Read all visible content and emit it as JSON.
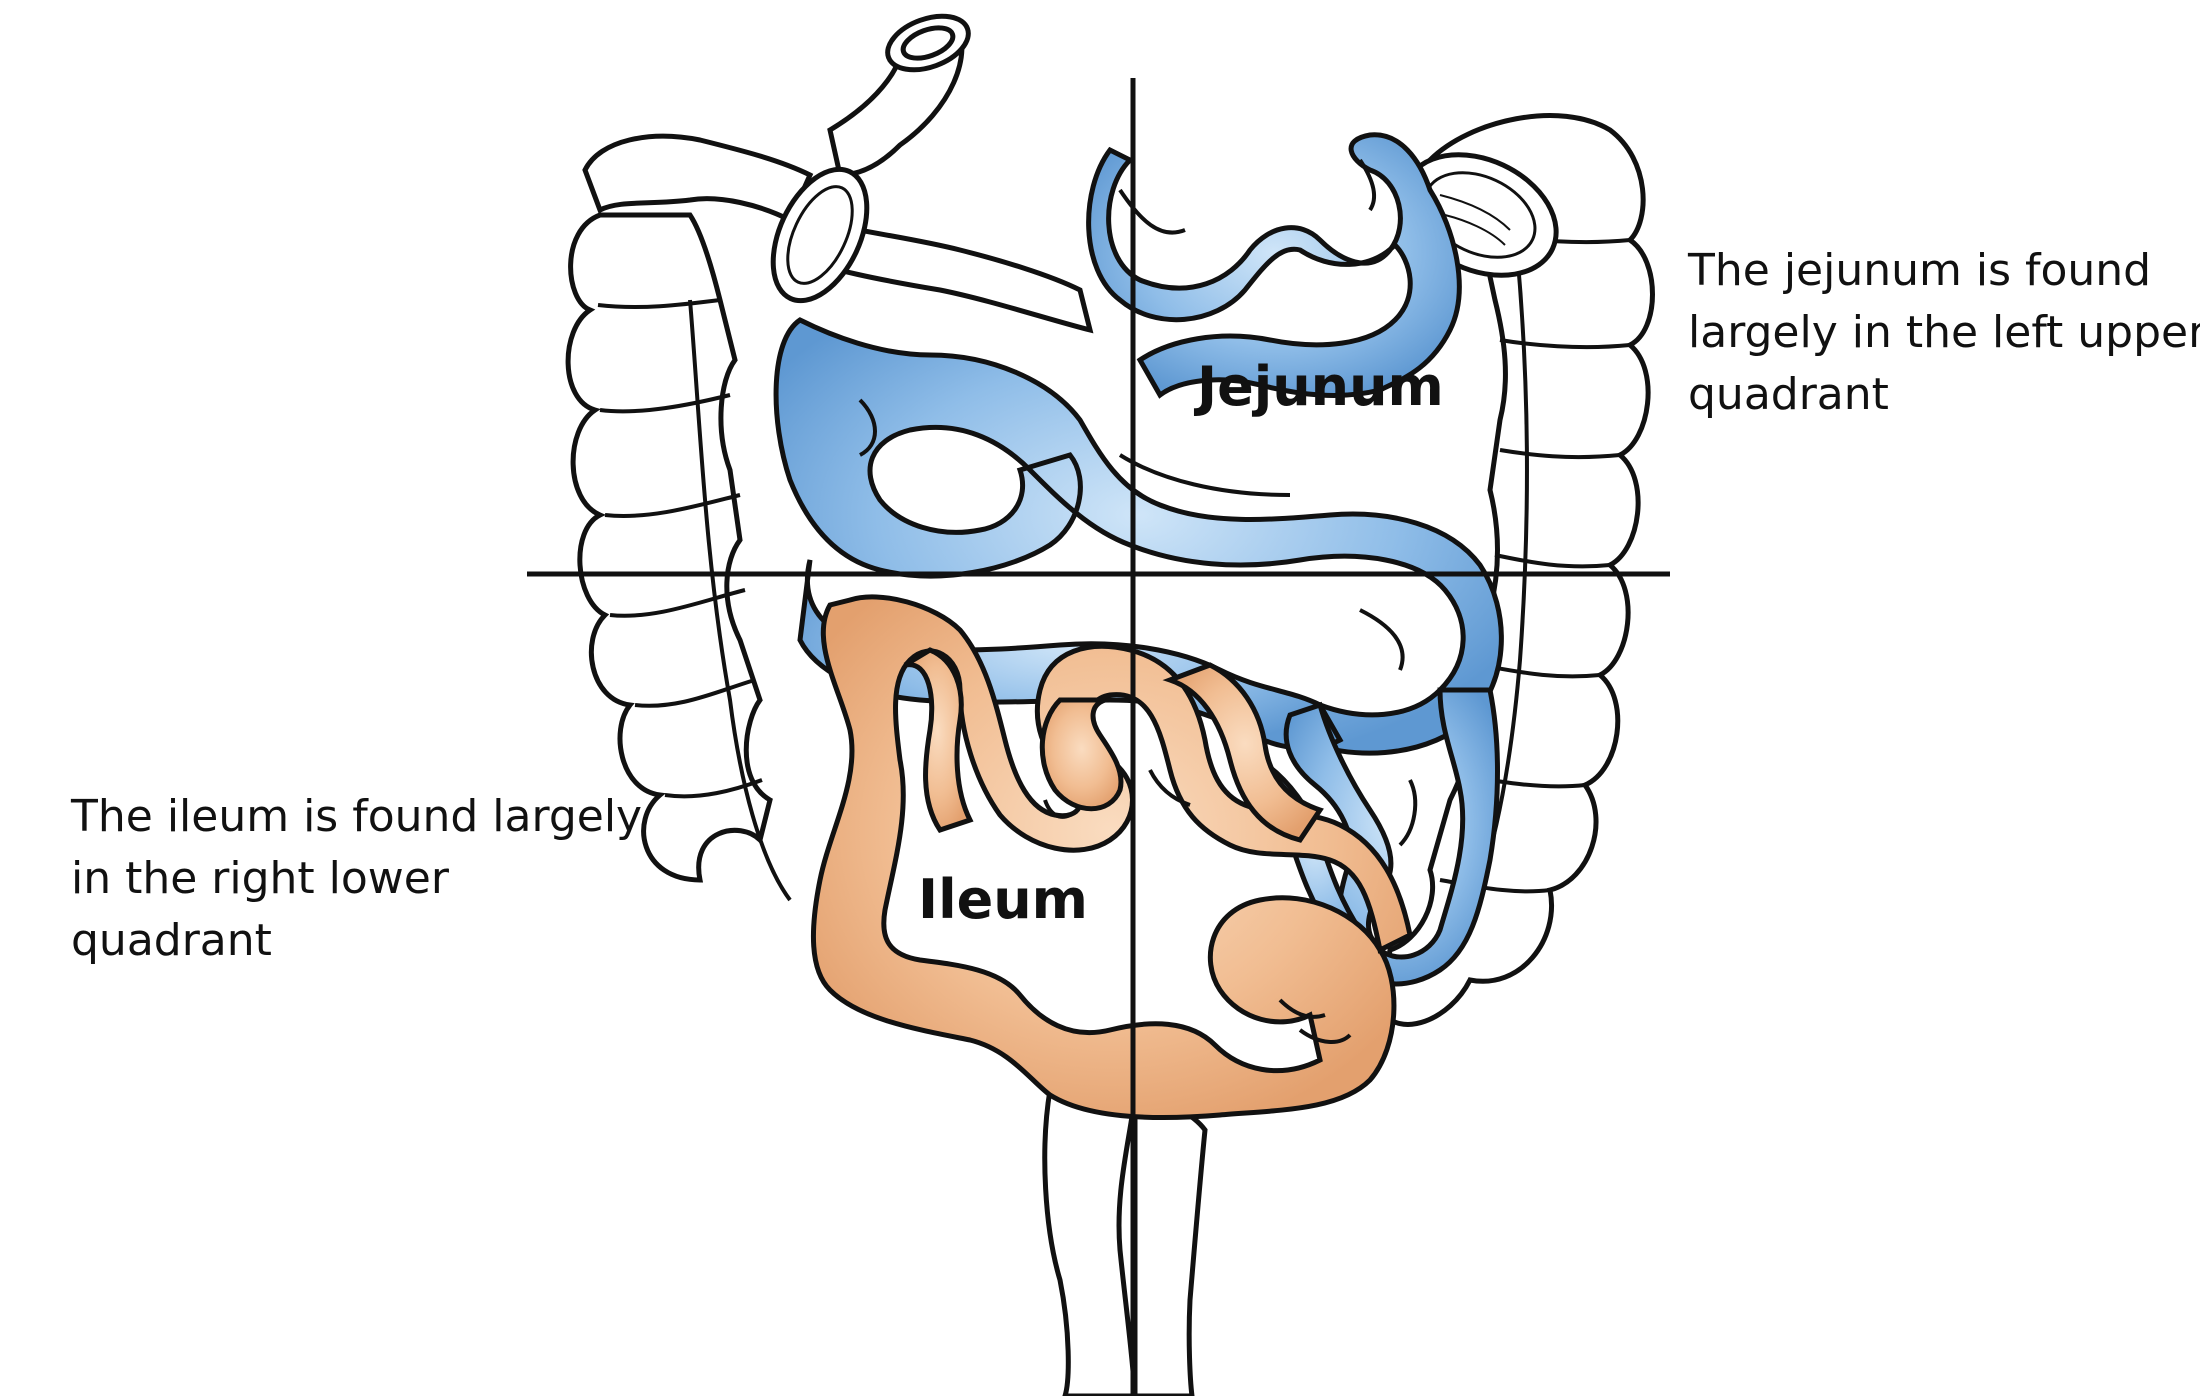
{
  "labels": {
    "jejunum": "Jejunum",
    "ileum": "Ileum"
  },
  "captions": {
    "jejunum_lines": [
      "The jejunum is found",
      "largely in the left upper",
      "quadrant"
    ],
    "ileum_lines": [
      "The ileum is found largely",
      "in the right lower",
      "quadrant"
    ]
  },
  "colors": {
    "jejunum": "#6fa6dc",
    "jejunum_highlight": "#c8e1f7",
    "ileum": "#efb285",
    "ileum_highlight": "#f8d6b8",
    "outline": "#111111",
    "background": "#ffffff"
  }
}
